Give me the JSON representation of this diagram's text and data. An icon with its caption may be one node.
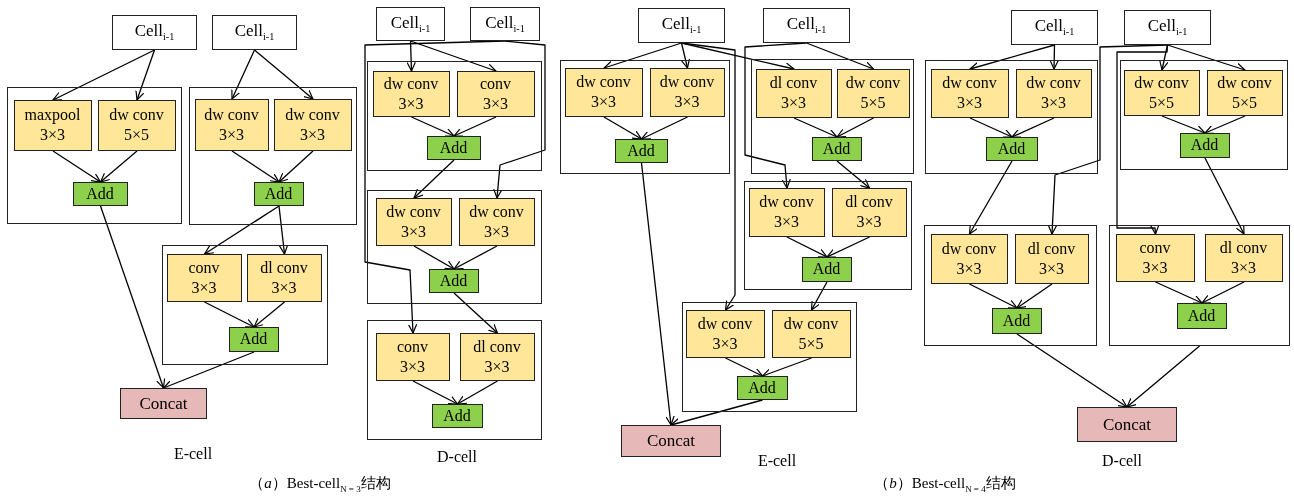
{
  "diagram": {
    "nodes": [
      {
        "text": [
          "Cell$_{i-1}$"
        ]
      },
      {
        "text": [
          "Cell$_{i-1}$"
        ]
      },
      {
        "text": [],
        "shape": "box"
      },
      {
        "text": [
          "maxpool 3×3"
        ],
        "in": 2
      },
      {
        "text": [
          "dw conv 5×5"
        ],
        "in": 2
      },
      {
        "text": [
          "Add"
        ],
        "in": 2
      },
      {
        "text": [],
        "shape": "box"
      },
      {
        "text": [
          "dw conv 3×3"
        ],
        "in": 6
      },
      {
        "text": [
          "dw conv 3×3"
        ],
        "in": 6
      },
      {
        "text": [
          "Add"
        ],
        "in": 6
      },
      {
        "text": [],
        "shape": "box"
      },
      {
        "text": [
          "conv 3×3"
        ],
        "in": 10
      },
      {
        "text": [
          "dl conv 3×3"
        ],
        "in": 10
      },
      {
        "text": [
          "Add"
        ],
        "in": 10
      },
      {
        "text": [
          "Concat"
        ]
      },
      {
        "text": [
          "Cell$_{i-1}$"
        ]
      },
      {
        "text": [
          "Cell$_{i-1}$"
        ]
      },
      {
        "text": [],
        "shape": "box"
      },
      {
        "text": [
          "dw conv 3×3"
        ],
        "in": 17
      },
      {
        "text": [
          "conv 3×3"
        ],
        "in": 17
      },
      {
        "text": [
          "Add"
        ],
        "in": 17
      },
      {
        "text": [],
        "shape": "box"
      },
      {
        "text": [
          "dw conv 3×3"
        ],
        "in": 21
      },
      {
        "text": [
          "dw conv 3×3"
        ],
        "in": 21
      },
      {
        "text": [
          "Add"
        ],
        "in": 21
      },
      {
        "text": [],
        "shape": "box"
      },
      {
        "text": [
          "conv 3×3"
        ],
        "in": 25
      },
      {
        "text": [
          "dl conv 3×3"
        ],
        "in": 25
      },
      {
        "text": [
          "Add"
        ],
        "in": 25
      },
      {
        "text": [
          "Cell$_{i-1}$"
        ]
      },
      {
        "text": [
          "Cell$_{i-1}$"
        ]
      },
      {
        "text": [],
        "shape": "box"
      },
      {
        "text": [
          "dw conv 3×3"
        ],
        "in": 31
      },
      {
        "text": [
          "dw conv 3×3"
        ],
        "in": 31
      },
      {
        "text": [
          "Add"
        ],
        "in": 31
      },
      {
        "text": [],
        "shape": "box"
      },
      {
        "text": [
          "dl conv 3×3"
        ],
        "in": 35
      },
      {
        "text": [
          "dw conv 5×5"
        ],
        "in": 35
      },
      {
        "text": [
          "Add"
        ],
        "in": 35
      },
      {
        "text": [],
        "shape": "box"
      },
      {
        "text": [
          "dw conv 3×3"
        ],
        "in": 39
      },
      {
        "text": [
          "dl conv 3×3"
        ],
        "in": 39
      },
      {
        "text": [
          "Add"
        ],
        "in": 39
      },
      {
        "text": [],
        "shape": "box"
      },
      {
        "text": [
          "dw conv 3×3"
        ],
        "in": 43
      },
      {
        "text": [
          "dw conv 5×5"
        ],
        "in": 43
      },
      {
        "text": [
          "Add"
        ],
        "in": 43
      },
      {
        "text": [
          "Concat"
        ]
      },
      {
        "text": [
          "Cell$_{i-1}$"
        ]
      },
      {
        "text": [
          "Cell$_{i-1}$"
        ]
      },
      {
        "text": [],
        "shape": "box"
      },
      {
        "text": [
          "dw conv 3×3"
        ],
        "in": 50
      },
      {
        "text": [
          "dw conv 3×3"
        ],
        "in": 50
      },
      {
        "text": [
          "Add"
        ],
        "in": 50
      },
      {
        "text": [],
        "shape": "box"
      },
      {
        "text": [
          "dw conv 5×5"
        ],
        "in": 54
      },
      {
        "text": [
          "dw conv 5×5"
        ],
        "in": 54
      },
      {
        "text": [
          "Add"
        ],
        "in": 54
      },
      {
        "text": [],
        "shape": "box"
      },
      {
        "text": [
          "dw conv 3×3"
        ],
        "in": 58
      },
      {
        "text": [
          "dl conv 3×3"
        ],
        "in": 58
      },
      {
        "text": [
          "Add"
        ],
        "in": 58
      },
      {
        "text": [],
        "shape": "box"
      },
      {
        "text": [
          "conv 3×3"
        ],
        "in": 62
      },
      {
        "text": [
          "dl conv 3×3"
        ],
        "in": 62
      },
      {
        "text": [
          "Add"
        ],
        "in": 62
      },
      {
        "text": [
          "Concat"
        ]
      }
    ],
    "edges": [
      {
        "from": 0,
        "to": 3,
        "arrow": "to"
      },
      {
        "from": 0,
        "to": 4,
        "arrow": "to"
      },
      {
        "from": 3,
        "to": 5,
        "arrow": "to"
      },
      {
        "from": 4,
        "to": 5,
        "arrow": "to"
      },
      {
        "from": 1,
        "to": 7,
        "arrow": "to"
      },
      {
        "from": 1,
        "to": 8,
        "arrow": "to"
      },
      {
        "from": 7,
        "to": 9,
        "arrow": "to"
      },
      {
        "from": 8,
        "to": 9,
        "arrow": "to"
      },
      {
        "from": 9,
        "to": 11,
        "arrow": "to"
      },
      {
        "from": 9,
        "to": 12,
        "arrow": "to"
      },
      {
        "from": 11,
        "to": 13,
        "arrow": "to"
      },
      {
        "from": 12,
        "to": 13,
        "arrow": "to"
      },
      {
        "from": 5,
        "to": 14,
        "arrow": "to"
      },
      {
        "from": 13,
        "to": 14,
        "arrow": "to"
      },
      {
        "from": 15,
        "to": 18,
        "arrow": "to"
      },
      {
        "from": 15,
        "to": 19,
        "arrow": "to"
      },
      {
        "from": 18,
        "to": 20,
        "arrow": "to"
      },
      {
        "from": 19,
        "to": 20,
        "arrow": "to"
      },
      {
        "from": 20,
        "to": 22,
        "arrow": "to"
      },
      {
        "from": 16,
        "to": 23,
        "arrow": "to"
      },
      {
        "from": 22,
        "to": 24,
        "arrow": "to"
      },
      {
        "from": 23,
        "to": 24,
        "arrow": "to"
      },
      {
        "from": 16,
        "to": 26,
        "arrow": "to"
      },
      {
        "from": 24,
        "to": 27,
        "arrow": "to"
      },
      {
        "from": 26,
        "to": 28,
        "arrow": "to"
      },
      {
        "from": 27,
        "to": 28,
        "arrow": "to"
      },
      {
        "from": 29,
        "to": 32,
        "arrow": "to"
      },
      {
        "from": 29,
        "to": 33,
        "arrow": "to"
      },
      {
        "from": 32,
        "to": 34,
        "arrow": "to"
      },
      {
        "from": 33,
        "to": 34,
        "arrow": "to"
      },
      {
        "from": 29,
        "to": 36,
        "arrow": "to"
      },
      {
        "from": 30,
        "to": 37,
        "arrow": "to"
      },
      {
        "from": 36,
        "to": 38,
        "arrow": "to"
      },
      {
        "from": 37,
        "to": 38,
        "arrow": "to"
      },
      {
        "from": 30,
        "to": 40,
        "arrow": "to"
      },
      {
        "from": 38,
        "to": 41,
        "arrow": "to"
      },
      {
        "from": 40,
        "to": 42,
        "arrow": "to"
      },
      {
        "from": 41,
        "to": 42,
        "arrow": "to"
      },
      {
        "from": 29,
        "to": 44,
        "arrow": "to"
      },
      {
        "from": 42,
        "to": 45,
        "arrow": "to"
      },
      {
        "from": 44,
        "to": 46,
        "arrow": "to"
      },
      {
        "from": 45,
        "to": 46,
        "arrow": "to"
      },
      {
        "from": 34,
        "to": 47,
        "arrow": "to"
      },
      {
        "from": 46,
        "to": 47,
        "arrow": "to"
      },
      {
        "from": 48,
        "to": 51,
        "arrow": "to"
      },
      {
        "from": 48,
        "to": 52,
        "arrow": "to"
      },
      {
        "from": 51,
        "to": 53,
        "arrow": "to"
      },
      {
        "from": 52,
        "to": 53,
        "arrow": "to"
      },
      {
        "from": 49,
        "to": 55,
        "arrow": "to"
      },
      {
        "from": 49,
        "to": 56,
        "arrow": "to"
      },
      {
        "from": 55,
        "to": 57,
        "arrow": "to"
      },
      {
        "from": 56,
        "to": 57,
        "arrow": "to"
      },
      {
        "from": 53,
        "to": 59,
        "arrow": "to"
      },
      {
        "from": 49,
        "to": 60,
        "arrow": "to"
      },
      {
        "from": 59,
        "to": 61,
        "arrow": "to"
      },
      {
        "from": 60,
        "to": 61,
        "arrow": "to"
      },
      {
        "from": 57,
        "to": 64,
        "arrow": "to"
      },
      {
        "from": 49,
        "to": 63,
        "arrow": "to"
      },
      {
        "from": 63,
        "to": 65,
        "arrow": "to"
      },
      {
        "from": 64,
        "to": 65,
        "arrow": "to"
      },
      {
        "from": 61,
        "to": 66,
        "arrow": "to"
      },
      {
        "from": 62,
        "to": 66,
        "arrow": "to"
      }
    ],
    "labels": [
      "E-cell",
      "D-cell",
      "E-cell",
      "D-cell",
      "（*a*）Best-cell$_{N = 3}$结构",
      "（*b*）Best-cell$_{N = 4}$结构"
    ]
  }
}
